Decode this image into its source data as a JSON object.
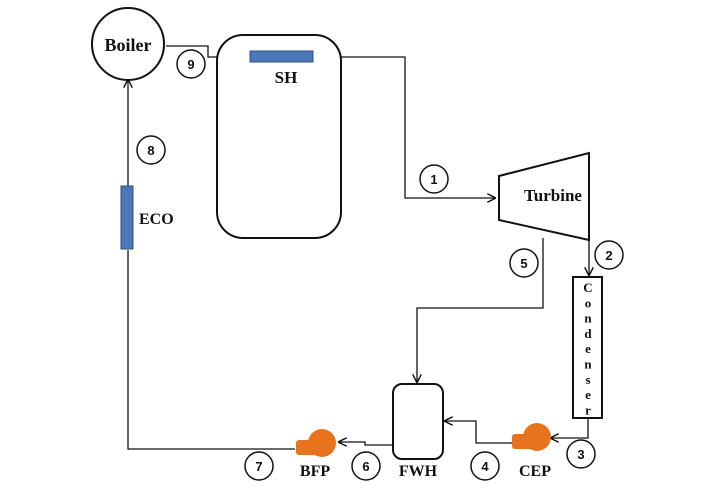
{
  "diagram": {
    "type": "thermal power plant cycle schematic",
    "components": {
      "boiler": "Boiler",
      "superheater": "SH",
      "economizer": "ECO",
      "turbine": "Turbine",
      "condenser": "Condenser",
      "feedwater_heater": "FWH",
      "condensate_extraction_pump": "CEP",
      "boiler_feed_pump": "BFP"
    },
    "condenser_letters": [
      "C",
      "o",
      "n",
      "d",
      "e",
      "n",
      "s",
      "e",
      "r"
    ],
    "state_points": [
      "1",
      "2",
      "3",
      "4",
      "5",
      "6",
      "7",
      "8",
      "9"
    ],
    "colors": {
      "heat_exchanger": "#4a78b8",
      "pump": "#e8731c",
      "line": "#111111"
    }
  }
}
